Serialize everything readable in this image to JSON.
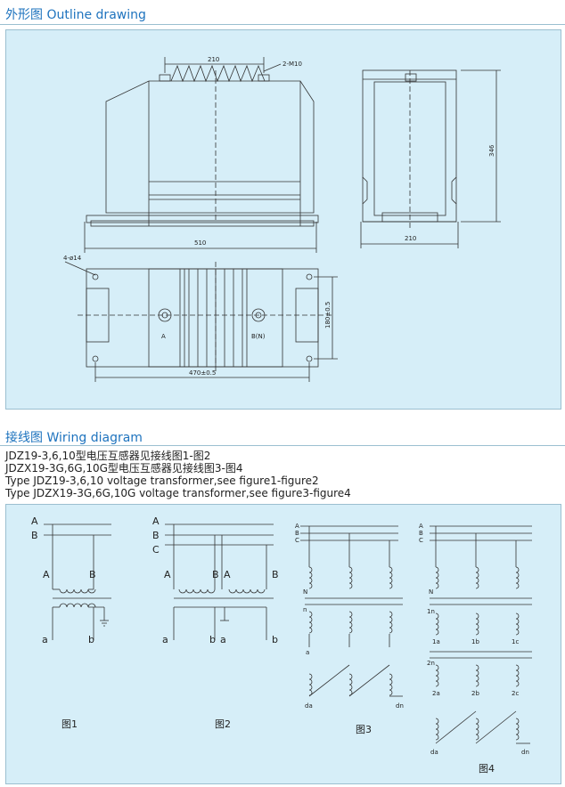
{
  "outline": {
    "title": "外形图  Outline drawing",
    "dims": {
      "top_width": "210",
      "screw": "2-M10",
      "base_width": "510",
      "height": "346",
      "side_width": "210",
      "hole": "4-ø14",
      "hole_span_v": "180±0.5",
      "hole_span_h": "470±0.5"
    },
    "terminals": {
      "a": "A",
      "b": "B(N)"
    }
  },
  "wiring": {
    "title": "接线图  Wiring diagram",
    "lines": [
      "JDZ19-3,6,10型电压互感器见接线图1-图2",
      "JDZX19-3G,6G,10G型电压互感器见接线图3-图4",
      "Type JDZ19-3,6,10 voltage transformer,see figure1-figure2",
      "Type JDZX19-3G,6G,10G voltage transformer,see figure3-figure4"
    ],
    "fig1": {
      "caption": "图1",
      "phaseA": "A",
      "phaseB": "B",
      "pA": "A",
      "pB": "B",
      "sa": "a",
      "sb": "b"
    },
    "fig2": {
      "caption": "图2",
      "phaseA": "A",
      "phaseB": "B",
      "phaseC": "C",
      "p1": "A",
      "p2": "B",
      "p3": "A",
      "p4": "B",
      "sa": "a",
      "sb": "b",
      "sb2": "a",
      "sc": "b"
    },
    "fig3": {
      "caption": "图3",
      "phaseA": "A",
      "phaseB": "B",
      "phaseC": "C",
      "N": "N",
      "n": "n",
      "a": "a",
      "da": "da",
      "dn": "dn"
    },
    "fig4": {
      "caption": "图4",
      "phaseA": "A",
      "phaseB": "B",
      "phaseC": "C",
      "N": "N",
      "n1": "1n",
      "a1": "1a",
      "b1": "1b",
      "c1": "1c",
      "n2": "2n",
      "a2": "2a",
      "b2": "2b",
      "c2": "2c",
      "da": "da",
      "dn": "dn"
    }
  },
  "colors": {
    "panel": "#d6eef8",
    "title": "#1e73be"
  }
}
